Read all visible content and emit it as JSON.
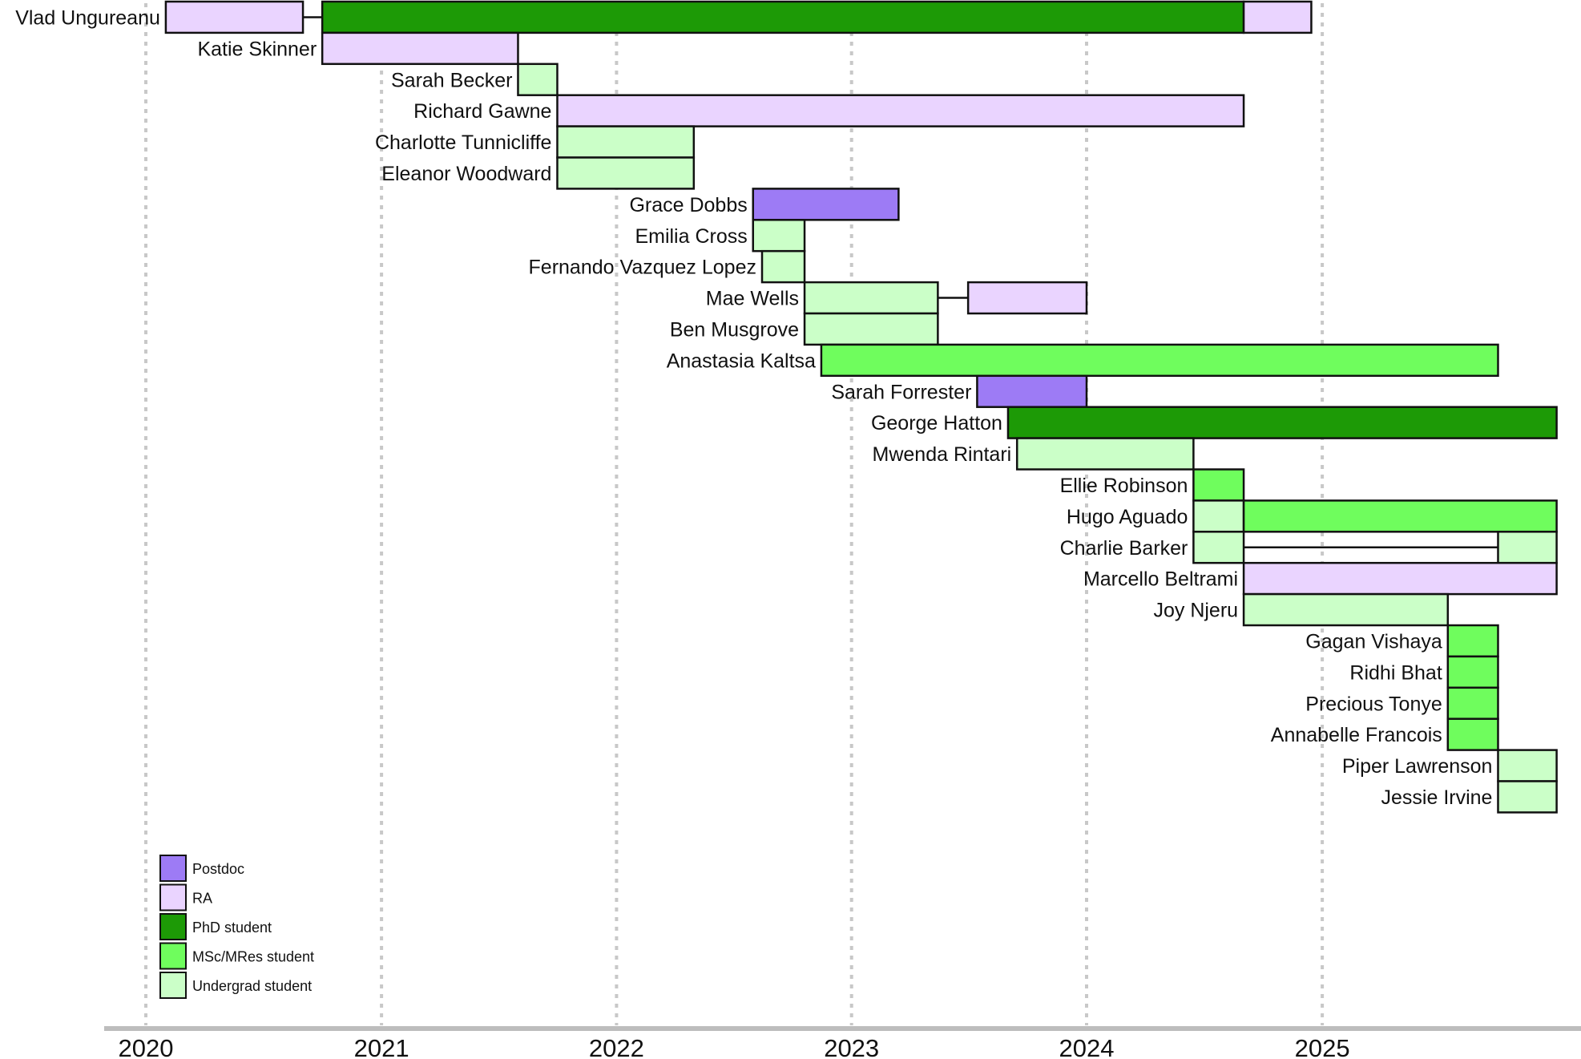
{
  "chart_data": {
    "type": "gantt",
    "x_axis": {
      "type": "date",
      "range": [
        "2019-10-10",
        "2025-12-31"
      ],
      "ticks": [
        "2020",
        "2021",
        "2022",
        "2023",
        "2024",
        "2025"
      ],
      "grid": "vertical dotted"
    },
    "legend": {
      "placement": "bottom-left",
      "entries": [
        {
          "key": "postdoc",
          "label": "Postdoc",
          "color": "#9d7bf5"
        },
        {
          "key": "ra",
          "label": "RA",
          "color": "#ead4ff"
        },
        {
          "key": "phd",
          "label": "PhD student",
          "color": "#1d9a06"
        },
        {
          "key": "msc",
          "label": "MSc/MRes student",
          "color": "#6ffd5d"
        },
        {
          "key": "ug",
          "label": "Undergrad student",
          "color": "#cbffc8"
        }
      ]
    },
    "people": [
      {
        "name": "Vlad Ungureanu",
        "segments": [
          {
            "role": "ra",
            "start": "2020-02-01",
            "end": "2020-09-01"
          },
          {
            "role": "phd",
            "start": "2020-10-01",
            "end": "2024-09-01"
          },
          {
            "role": "ra",
            "start": "2024-09-01",
            "end": "2024-12-15"
          }
        ]
      },
      {
        "name": "Katie Skinner",
        "segments": [
          {
            "role": "ra",
            "start": "2020-10-01",
            "end": "2021-08-01"
          }
        ]
      },
      {
        "name": "Sarah Becker",
        "segments": [
          {
            "role": "ug",
            "start": "2021-08-01",
            "end": "2021-10-01"
          }
        ]
      },
      {
        "name": "Richard Gawne",
        "segments": [
          {
            "role": "ra",
            "start": "2021-10-01",
            "end": "2024-09-01"
          }
        ]
      },
      {
        "name": "Charlotte Tunnicliffe",
        "segments": [
          {
            "role": "ug",
            "start": "2021-10-01",
            "end": "2022-05-01"
          }
        ]
      },
      {
        "name": "Eleanor Woodward",
        "segments": [
          {
            "role": "ug",
            "start": "2021-10-01",
            "end": "2022-05-01"
          }
        ]
      },
      {
        "name": "Grace Dobbs",
        "segments": [
          {
            "role": "postdoc",
            "start": "2022-08-01",
            "end": "2023-03-15"
          }
        ]
      },
      {
        "name": "Emilia Cross",
        "segments": [
          {
            "role": "ug",
            "start": "2022-08-01",
            "end": "2022-10-20"
          }
        ]
      },
      {
        "name": "Fernando Vazquez Lopez",
        "segments": [
          {
            "role": "ug",
            "start": "2022-08-15",
            "end": "2022-10-20"
          }
        ]
      },
      {
        "name": "Mae Wells",
        "segments": [
          {
            "role": "ug",
            "start": "2022-10-20",
            "end": "2023-05-15"
          },
          {
            "role": "ra",
            "start": "2023-07-01",
            "end": "2024-01-01"
          }
        ]
      },
      {
        "name": "Ben Musgrove",
        "segments": [
          {
            "role": "ug",
            "start": "2022-10-20",
            "end": "2023-05-15"
          }
        ]
      },
      {
        "name": "Anastasia Kaltsa",
        "segments": [
          {
            "role": "msc",
            "start": "2022-11-15",
            "end": "2025-10-01"
          }
        ]
      },
      {
        "name": "Sarah Forrester",
        "segments": [
          {
            "role": "postdoc",
            "start": "2023-07-15",
            "end": "2024-01-01"
          }
        ]
      },
      {
        "name": "George Hatton",
        "segments": [
          {
            "role": "phd",
            "start": "2023-09-01",
            "end": "2025-12-31"
          }
        ]
      },
      {
        "name": "Mwenda Rintari",
        "segments": [
          {
            "role": "ug",
            "start": "2023-09-15",
            "end": "2024-06-15"
          }
        ]
      },
      {
        "name": "Ellie Robinson",
        "segments": [
          {
            "role": "msc",
            "start": "2024-06-15",
            "end": "2024-09-01"
          }
        ]
      },
      {
        "name": "Hugo Aguado",
        "segments": [
          {
            "role": "ug",
            "start": "2024-06-15",
            "end": "2024-09-01"
          },
          {
            "role": "msc",
            "start": "2024-09-01",
            "end": "2025-12-31"
          }
        ]
      },
      {
        "name": "Charlie Barker",
        "segments": [
          {
            "role": "ug",
            "start": "2024-06-15",
            "end": "2024-09-01"
          },
          {
            "role": "ug",
            "start": "2025-10-01",
            "end": "2025-12-31"
          }
        ]
      },
      {
        "name": "Marcello Beltrami",
        "segments": [
          {
            "role": "ra",
            "start": "2024-09-01",
            "end": "2025-12-31"
          }
        ]
      },
      {
        "name": "Joy Njeru",
        "segments": [
          {
            "role": "ug",
            "start": "2024-09-01",
            "end": "2025-07-15"
          }
        ]
      },
      {
        "name": "Gagan Vishaya",
        "segments": [
          {
            "role": "msc",
            "start": "2025-07-15",
            "end": "2025-10-01"
          }
        ]
      },
      {
        "name": "Ridhi Bhat",
        "segments": [
          {
            "role": "msc",
            "start": "2025-07-15",
            "end": "2025-10-01"
          }
        ]
      },
      {
        "name": "Precious Tonye",
        "segments": [
          {
            "role": "msc",
            "start": "2025-07-15",
            "end": "2025-10-01"
          }
        ]
      },
      {
        "name": "Annabelle Francois",
        "segments": [
          {
            "role": "msc",
            "start": "2025-07-15",
            "end": "2025-10-01"
          }
        ]
      },
      {
        "name": "Piper Lawrenson",
        "segments": [
          {
            "role": "ug",
            "start": "2025-10-01",
            "end": "2025-12-31"
          }
        ]
      },
      {
        "name": "Jessie Irvine",
        "segments": [
          {
            "role": "ug",
            "start": "2025-10-01",
            "end": "2025-12-31"
          }
        ]
      }
    ]
  }
}
